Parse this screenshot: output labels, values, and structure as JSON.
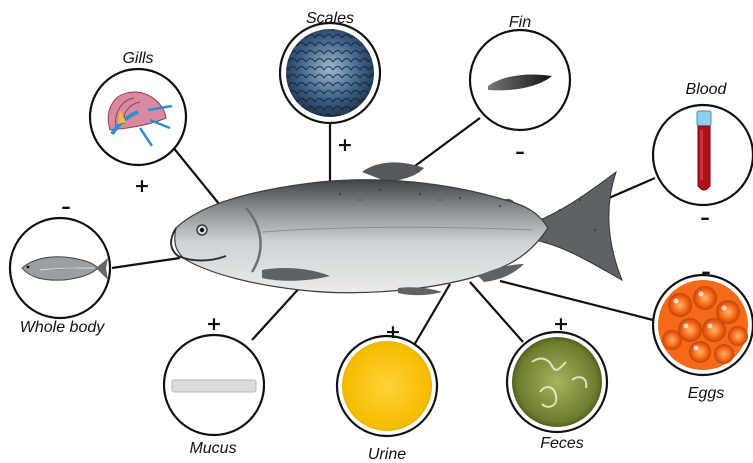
{
  "samples": [
    {
      "key": "scales",
      "label": "Scales",
      "sign": "+"
    },
    {
      "key": "fin",
      "label": "Fin",
      "sign": "–"
    },
    {
      "key": "gills",
      "label": "Gills",
      "sign": "+"
    },
    {
      "key": "blood",
      "label": "Blood",
      "sign": "–"
    },
    {
      "key": "whole_body",
      "label": "Whole body",
      "sign": "–"
    },
    {
      "key": "eggs",
      "label": "Eggs",
      "sign": "–"
    },
    {
      "key": "mucus",
      "label": "Mucus",
      "sign": "+"
    },
    {
      "key": "urine",
      "label": "Urine",
      "sign": "+"
    },
    {
      "key": "feces",
      "label": "Feces",
      "sign": "+"
    }
  ],
  "colors": {
    "scales": "#3b5f85",
    "gills": "#d98aa0",
    "blood": "#b0101a",
    "eggs": "#f56a1a",
    "urine": "#f7c400",
    "feces": "#7d8f3a",
    "fish_body": "#b9bcbe",
    "fish_back": "#4a4e52"
  }
}
